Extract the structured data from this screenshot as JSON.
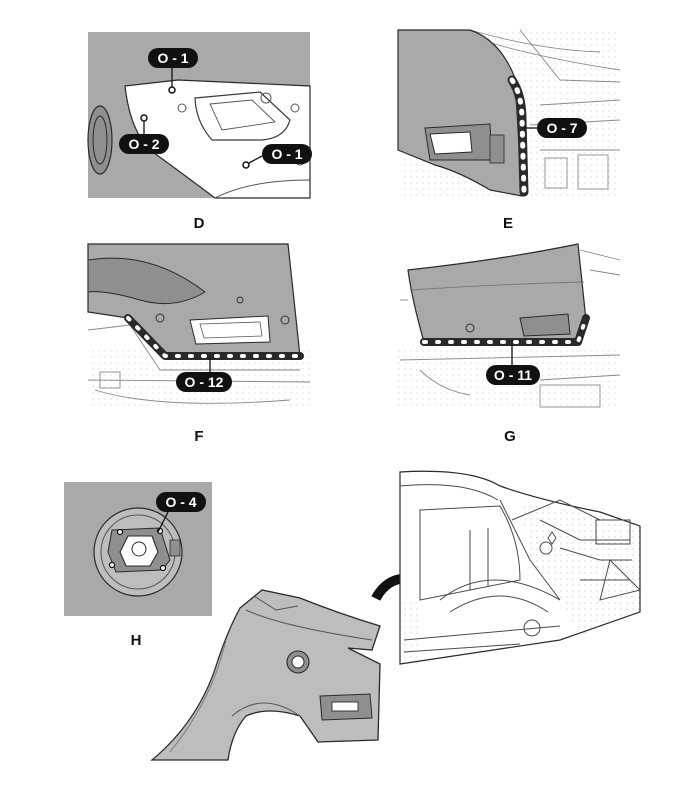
{
  "colors": {
    "panel_gray": "#a9a9a9",
    "panel_dark": "#8f8f8f",
    "outline": "#2a2a2a",
    "tag_fill": "#111111",
    "tag_text": "#ffffff",
    "paper": "#ffffff",
    "line_light": "#bdbdbd"
  },
  "panels": {
    "d": {
      "caption": "D"
    },
    "e": {
      "caption": "E"
    },
    "f": {
      "caption": "F"
    },
    "g": {
      "caption": "G"
    },
    "h": {
      "caption": "H"
    }
  },
  "callouts": {
    "d_o1_top": "O - 1",
    "d_o2": "O - 2",
    "d_o1_right": "O - 1",
    "e_o7": "O - 7",
    "f_o12": "O - 12",
    "g_o11": "O - 11",
    "h_o4": "O - 4"
  },
  "icons": {
    "assembly_arrow": "curved-arrow-icon"
  }
}
